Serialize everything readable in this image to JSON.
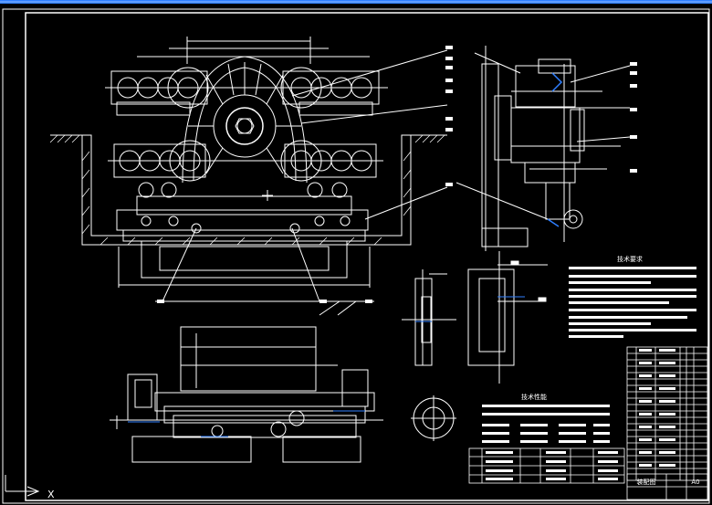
{
  "drawing": {
    "background": "#000000",
    "line_color": "#ffffff",
    "accent_color": "#2f7fff",
    "tech_requirements_title": "技术要求",
    "tech_performance_title": "技术性能",
    "title_block": {
      "name_cell": "装配图",
      "sheet_size": "A0"
    },
    "ucs_axis_label": "X"
  }
}
